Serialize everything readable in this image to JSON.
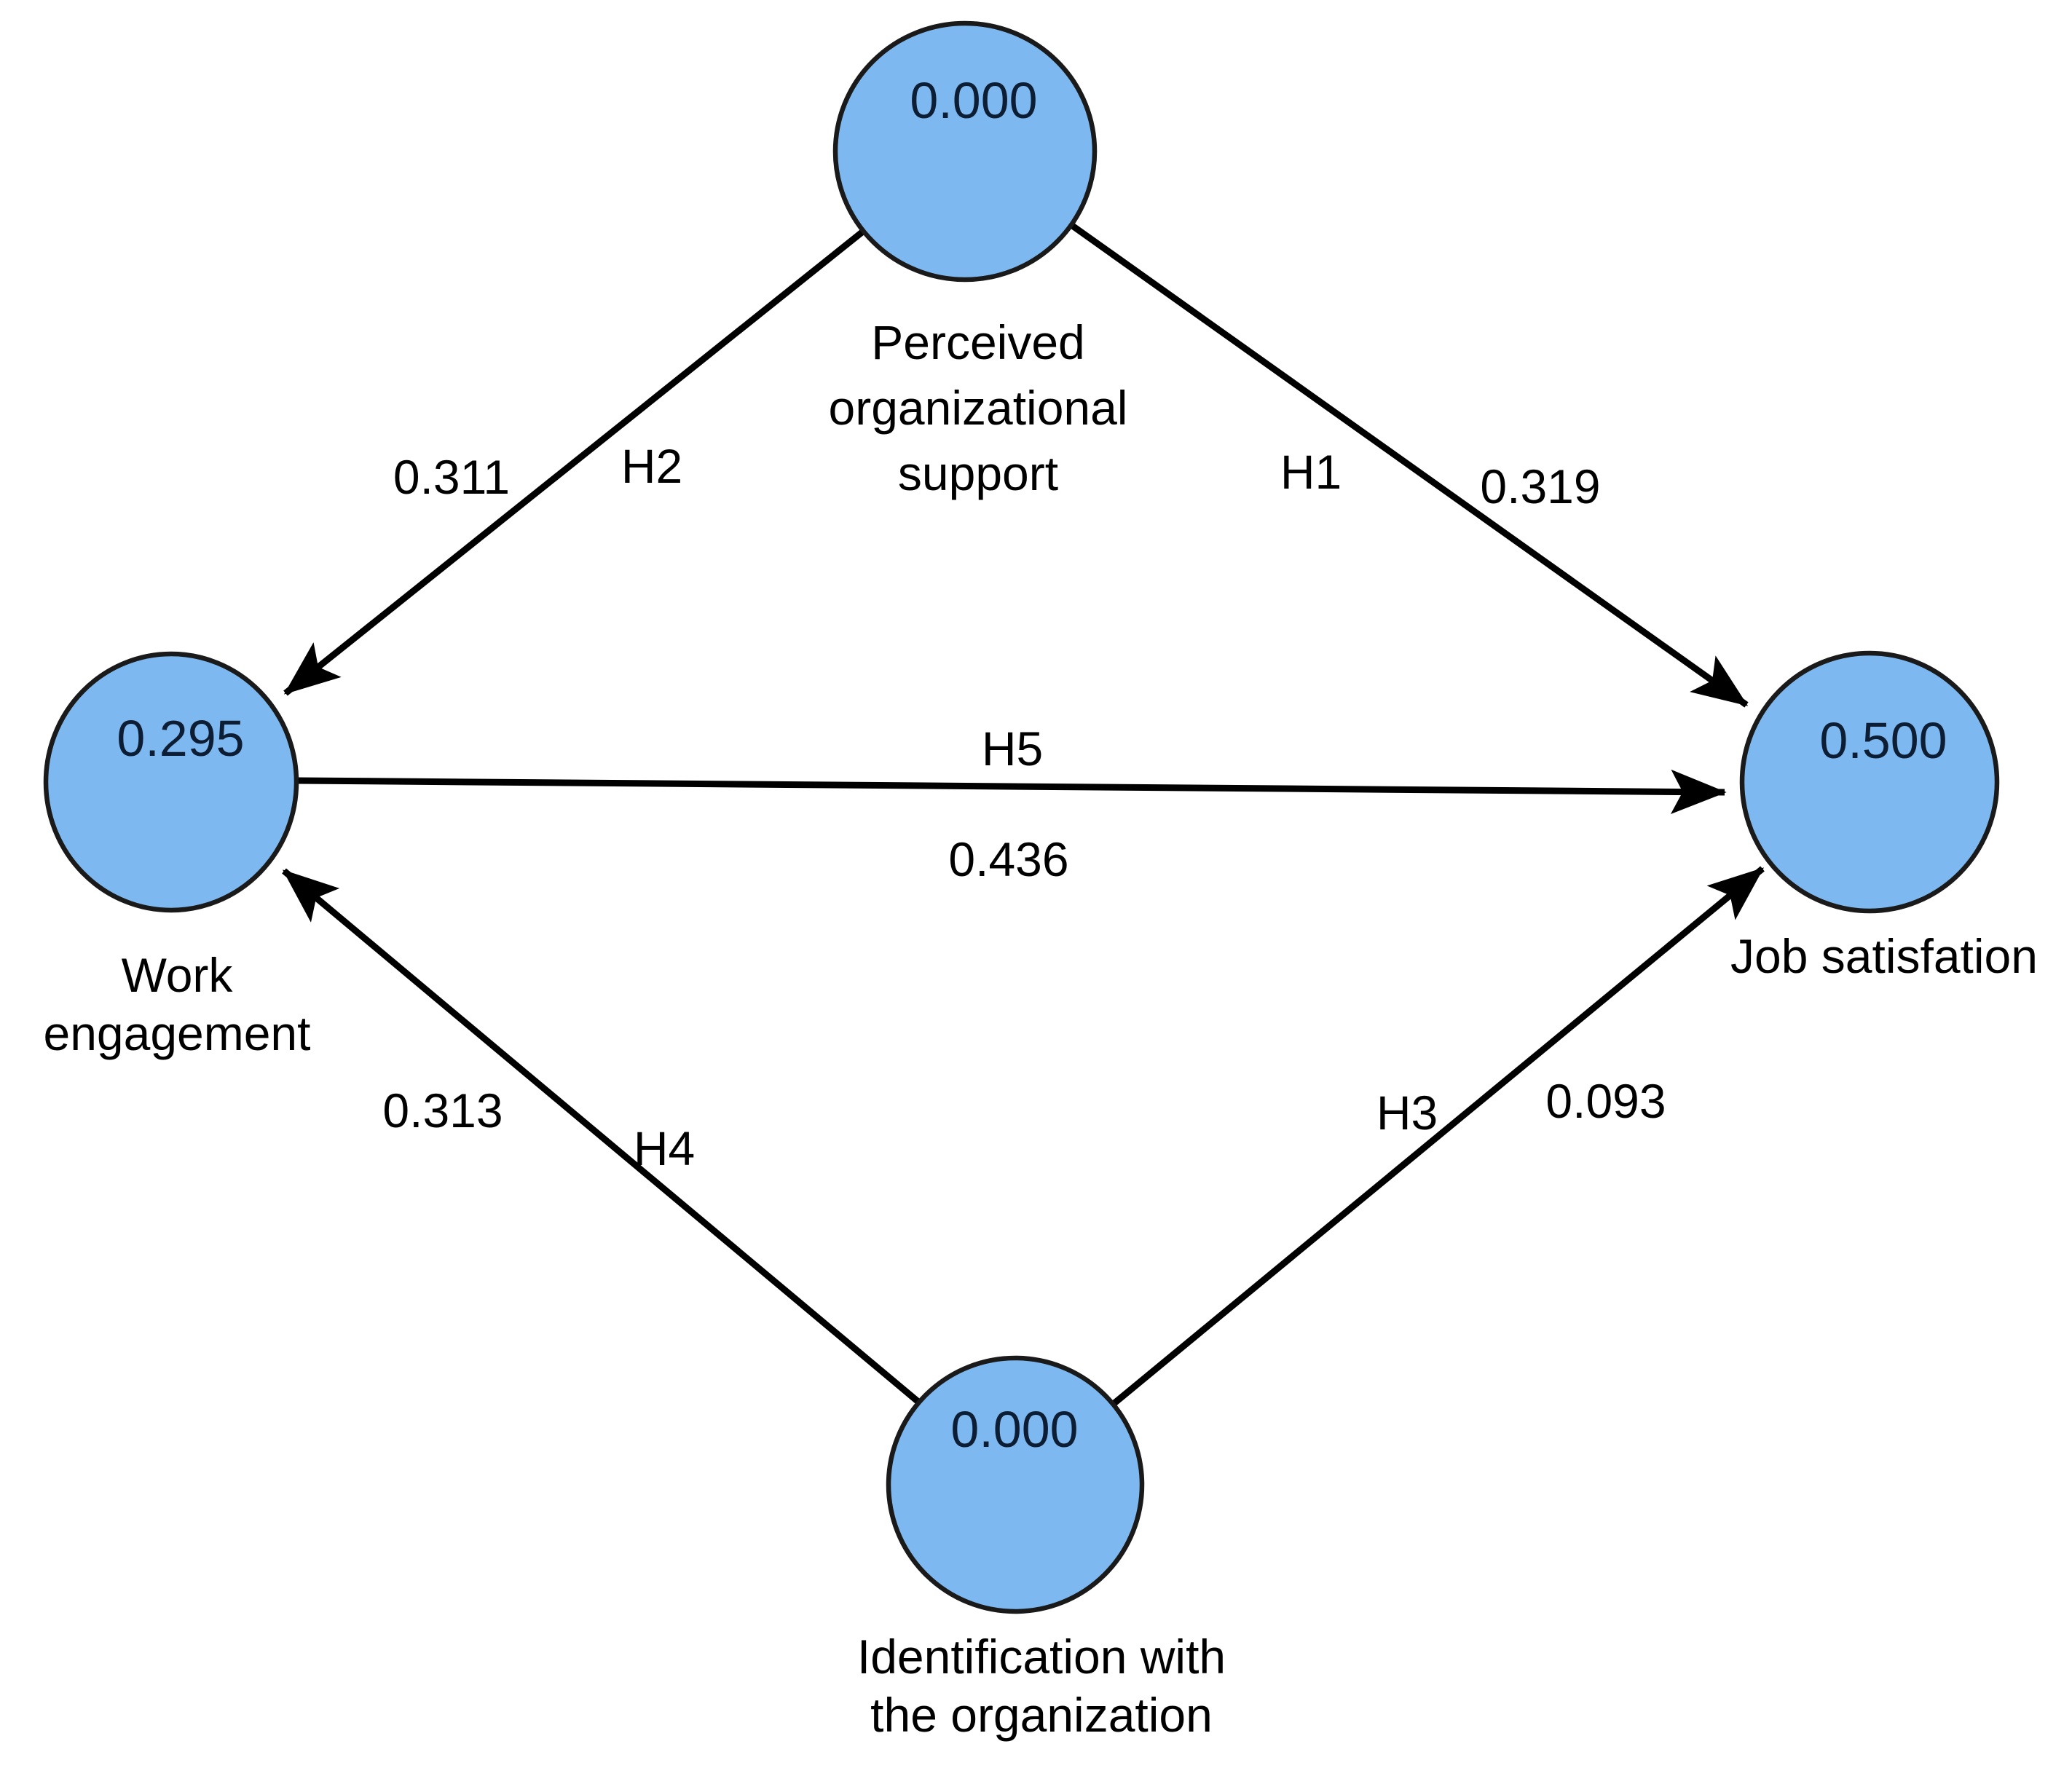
{
  "diagram": {
    "background_color": "#ffffff",
    "node_fill": "#7db9f0",
    "node_stroke": "#1a1a1a",
    "edge_color": "#000000",
    "value_text_color": "#0d1d33",
    "label_text_color": "#000000",
    "nodes": [
      {
        "id": "perceived-organizational-support",
        "value": "0.000",
        "label_lines": [
          "Perceived",
          "organizational",
          "support"
        ]
      },
      {
        "id": "work-engagement",
        "value": "0.295",
        "label_lines": [
          "Work",
          "engagement"
        ]
      },
      {
        "id": "job-satisfaction",
        "value": "0.500",
        "label_lines": [
          "Job satisfation"
        ]
      },
      {
        "id": "identification-with-the-organization",
        "value": "0.000",
        "label_lines": [
          "Identification with",
          "the organization"
        ]
      }
    ],
    "edges": [
      {
        "hypothesis": "H1",
        "coefficient": "0.319",
        "from": "perceived-organizational-support",
        "to": "job-satisfaction"
      },
      {
        "hypothesis": "H2",
        "coefficient": "0.311",
        "from": "perceived-organizational-support",
        "to": "work-engagement"
      },
      {
        "hypothesis": "H3",
        "coefficient": "0.093",
        "from": "identification-with-the-organization",
        "to": "job-satisfaction"
      },
      {
        "hypothesis": "H4",
        "coefficient": "0.313",
        "from": "identification-with-the-organization",
        "to": "work-engagement"
      },
      {
        "hypothesis": "H5",
        "coefficient": "0.436",
        "from": "work-engagement",
        "to": "job-satisfaction"
      }
    ]
  }
}
